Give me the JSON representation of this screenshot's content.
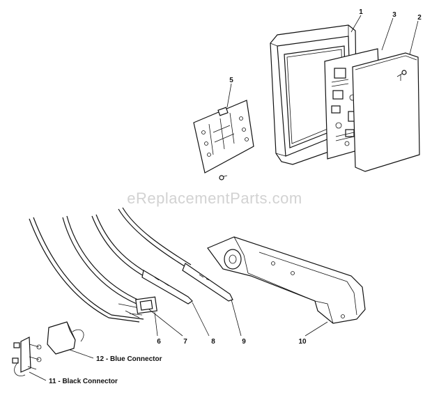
{
  "watermark": "eReplacementParts.com",
  "callouts": {
    "p1": "1",
    "p2": "2",
    "p3": "3",
    "p5": "5",
    "p6": "6",
    "p7": "7",
    "p8": "8",
    "p9": "9",
    "p10": "10"
  },
  "named_parts": {
    "blue_connector": "12 - Blue Connector",
    "black_connector": "11 - Black Connector"
  }
}
